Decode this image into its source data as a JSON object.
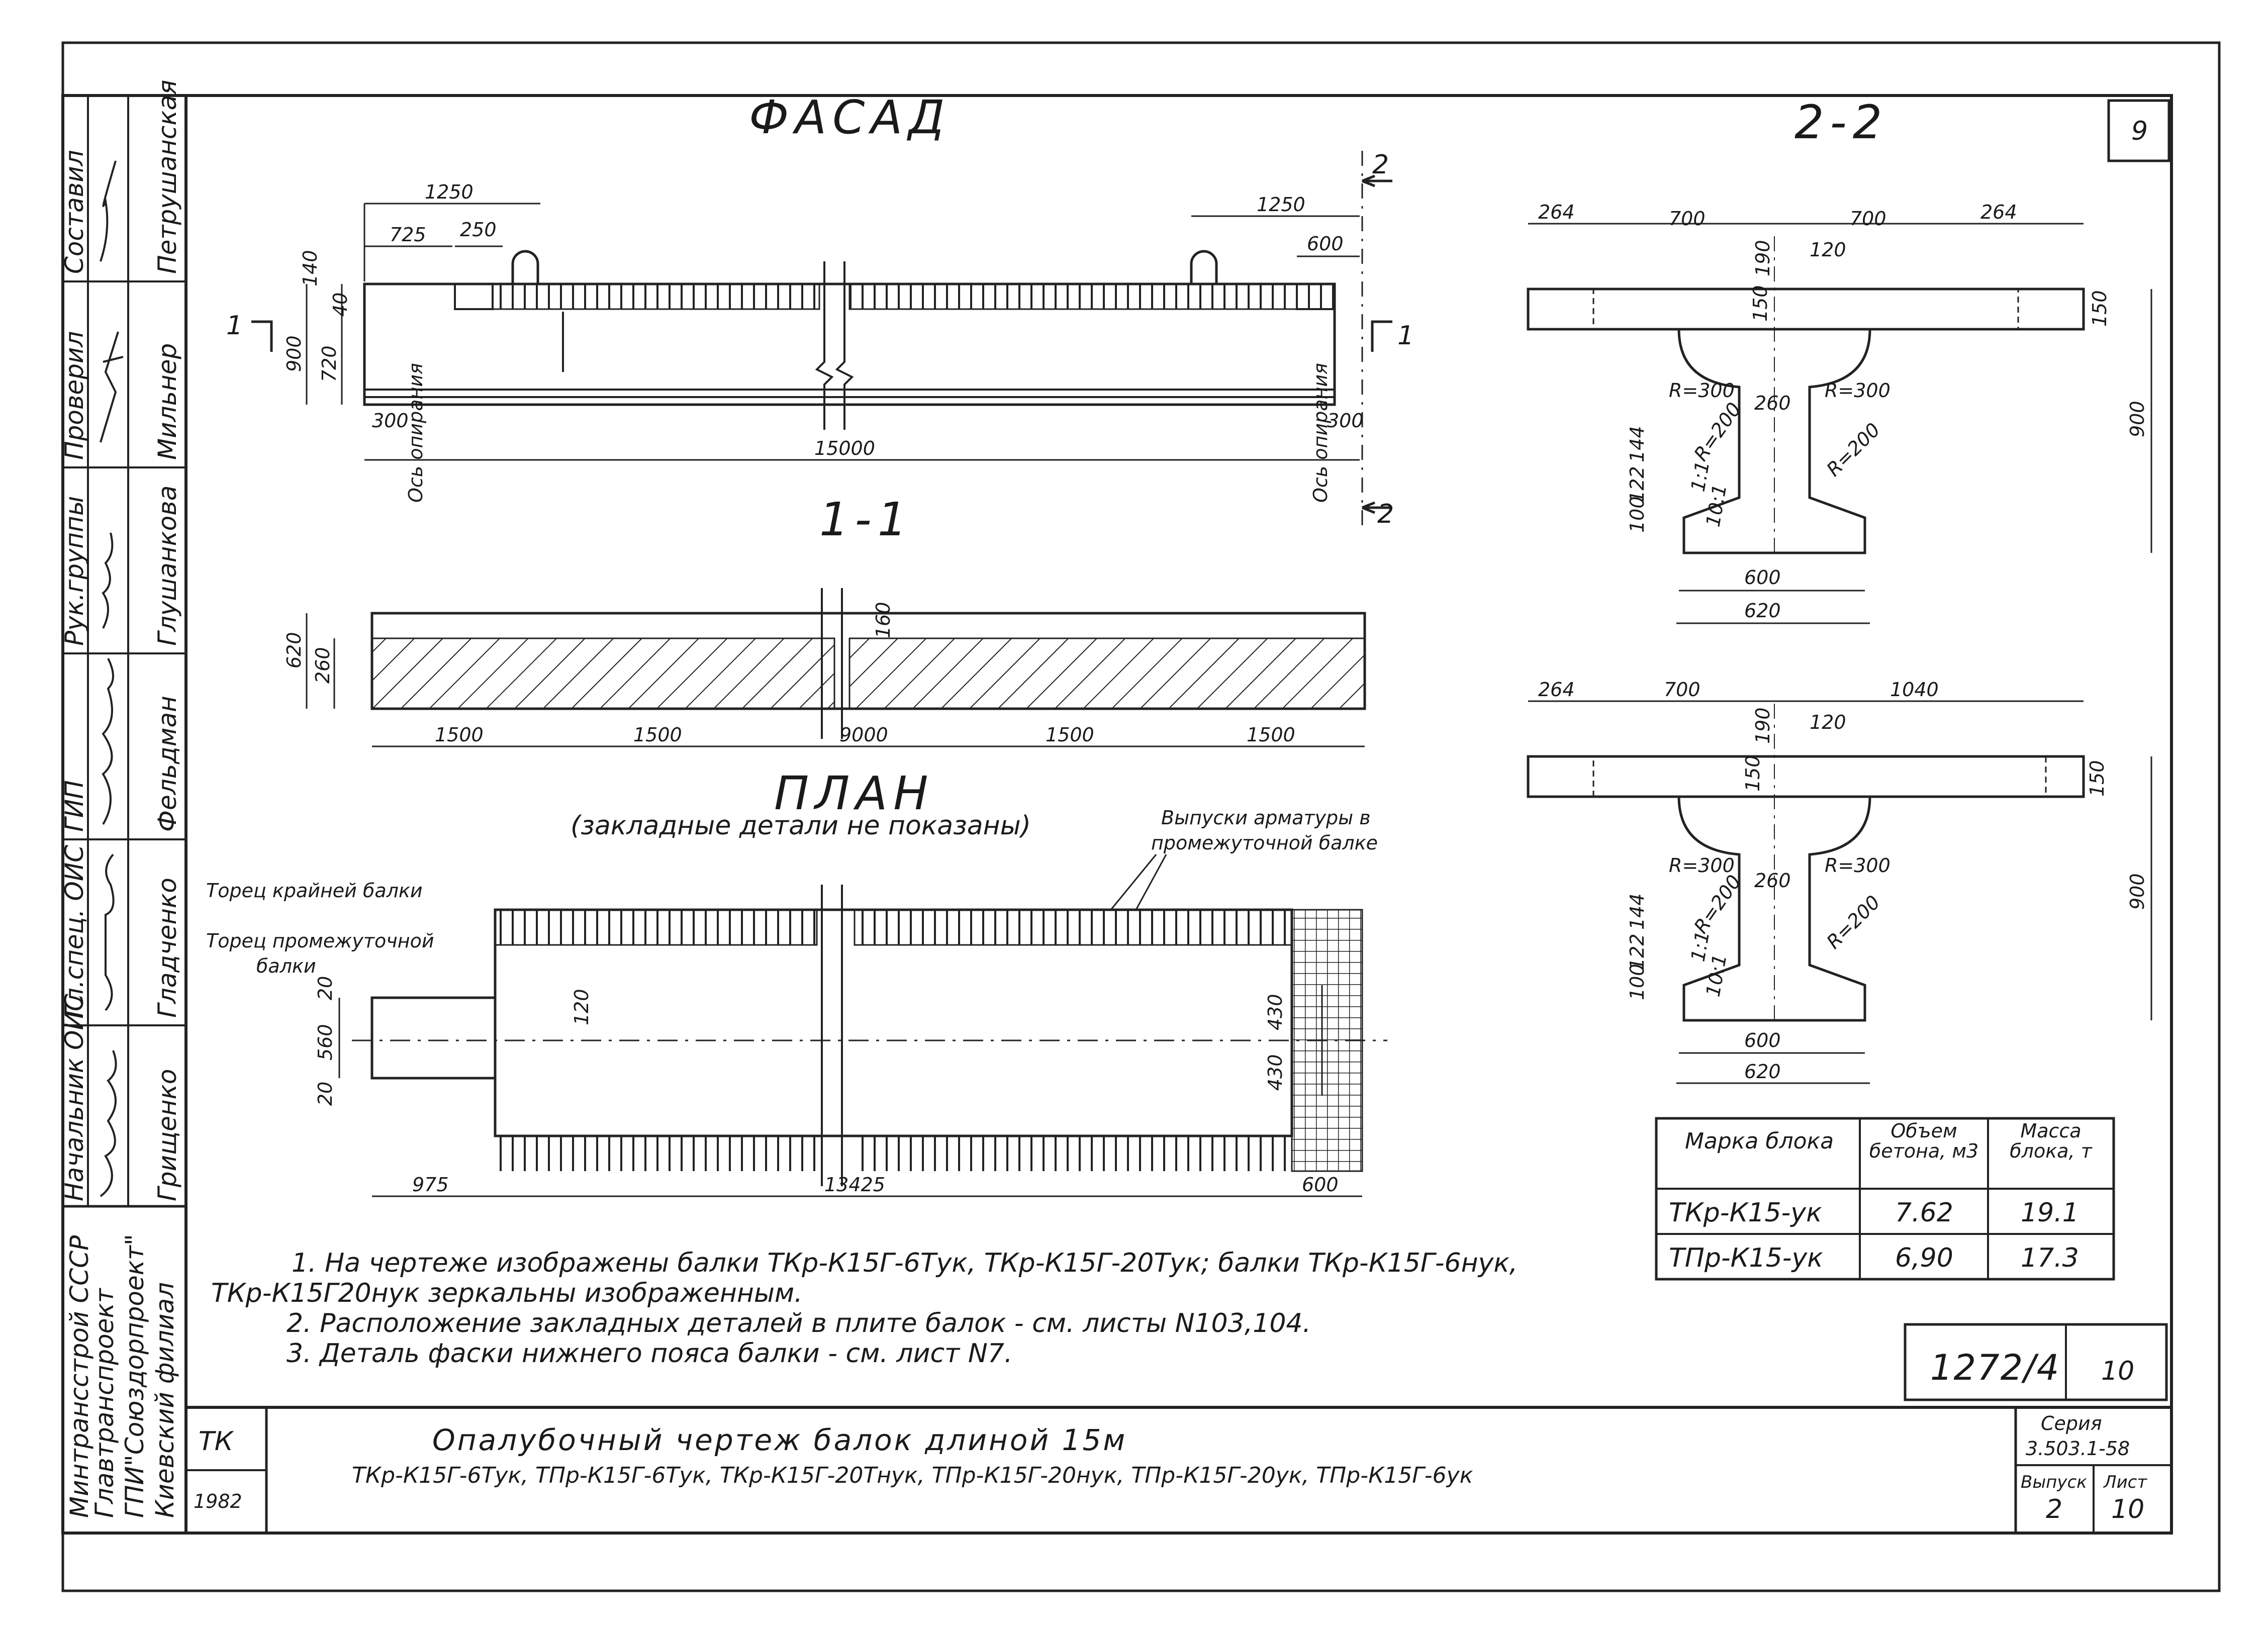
{
  "sheet_number": "9",
  "stamp_left": {
    "roles": [
      "Составил",
      "Проверил",
      "Рук.группы",
      "ГИП",
      "Гл.спец. ОИС",
      "Начальник ОИС"
    ],
    "names": [
      "Петрушанская",
      "Мильнер",
      "Глушанкова",
      "Фельдман",
      "Гладченко",
      "Грищенко"
    ],
    "org_lines": [
      "Минтрансстрой СССР",
      "Главтранспроект",
      "ГПИ\"Союздорпроект\"",
      "Киевский филиал"
    ]
  },
  "titles": {
    "facade": "ФАСАД",
    "section_1_1": "1-1",
    "section_2_2": "2-2",
    "plan": "ПЛАН",
    "plan_note": "(закладные детали не показаны)",
    "bars_note_1": "Выпуски арматуры в",
    "bars_note_2": "промежуточной балке",
    "end_outer": "Торец крайней балки",
    "end_middle_1": "Торец промежуточной",
    "end_middle_2": "балки",
    "cut_mark_1": "1",
    "cut_mark_2": "2"
  },
  "facade_dims": {
    "d1250_left": "1250",
    "d725": "725",
    "d250": "250",
    "d1250_right": "1250",
    "d600": "600",
    "d140": "140",
    "d40": "40",
    "d900": "900",
    "d720": "720",
    "d300_left": "300",
    "d300_right": "300",
    "d15000": "15000",
    "axis_left": "Ось опирания",
    "axis_right": "Ось опирания"
  },
  "section11_dims": {
    "d620": "620",
    "d260": "260",
    "d160": "160",
    "spans": [
      "1500",
      "1500",
      "9000",
      "1500",
      "1500"
    ]
  },
  "plan_dims": {
    "d20a": "20",
    "d560": "560",
    "d20b": "20",
    "d120": "120",
    "d430a": "430",
    "d430b": "430",
    "d975": "975",
    "d13425": "13425",
    "d600": "600"
  },
  "section22_top": {
    "d264a": "264",
    "d700a": "700",
    "d700b": "700",
    "d264b": "264",
    "d190": "190",
    "d120": "120",
    "d150": "150",
    "d150s": "150",
    "r300a": "R=300",
    "r300b": "R=300",
    "d260": "260",
    "r200a": "R=200",
    "r200b": "R=200",
    "d144": "144",
    "d122": "122",
    "d100": "100",
    "slope1": "1:1",
    "slope2": "10:1",
    "d600": "600",
    "d620": "620",
    "d900": "900"
  },
  "section22_bottom": {
    "d264": "264",
    "d700": "700",
    "d1040": "1040",
    "d190": "190",
    "d120": "120",
    "d150": "150",
    "d150s": "150",
    "r300a": "R=300",
    "r300b": "R=300",
    "d260": "260",
    "r200a": "R=200",
    "r200b": "R=200",
    "d144": "144",
    "d122": "122",
    "d100": "100",
    "slope1": "1:1",
    "slope2": "10:1",
    "d600": "600",
    "d620": "620",
    "d900": "900"
  },
  "spec_table": {
    "headers": [
      "Марка блока",
      "Объем бетона, м3",
      "Масса блока, т"
    ],
    "rows": [
      [
        "ТКр-К15-ук",
        "7.62",
        "19.1"
      ],
      [
        "ТПр-К15-ук",
        "6,90",
        "17.3"
      ]
    ]
  },
  "notes": [
    "1.  На чертеже изображены балки ТКр-К15Г-6Тук, ТКр-К15Г-20Тук; балки ТКр-К15Г-6нук,",
    "ТКр-К15Г20нук зеркальны изображенным.",
    "2.  Расположение закладных деталей в плите балок - см. листы N103,104.",
    "3.  Деталь фаски нижнего пояса балки - см. лист N7."
  ],
  "archive_number": "1272/4",
  "archive_sheet": "10",
  "title_block": {
    "code": "ТК",
    "year": "1982",
    "title_line1": "Опалубочный чертеж балок длиной 15м",
    "title_line2": "ТКр-К15Г-6Тук, ТПр-К15Г-6Тук, ТКр-К15Г-20Тнук, ТПр-К15Г-20нук, ТПр-К15Г-20ук, ТПр-К15Г-6ук",
    "series_label": "Серия",
    "series_value": "3.503.1-58",
    "issue_label": "Выпуск",
    "issue_value": "2",
    "sheet_label": "Лист",
    "sheet_value": "10"
  }
}
